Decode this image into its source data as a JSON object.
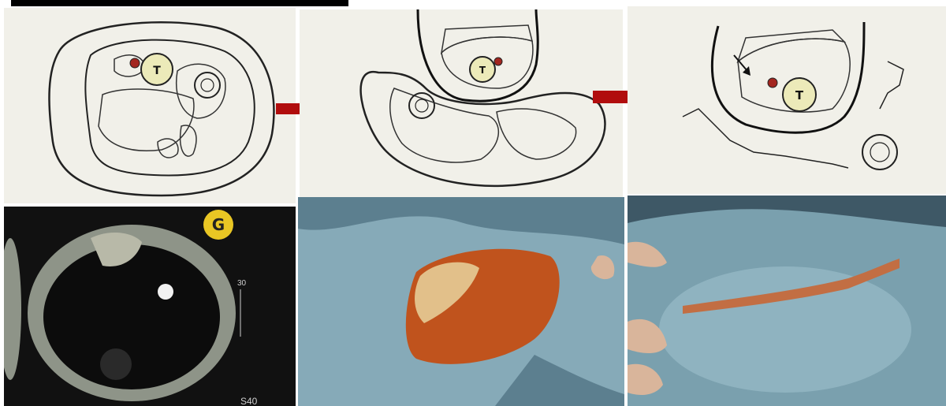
{
  "panels": {
    "sketch_1": {
      "tumor_label": "T"
    },
    "sketch_2": {
      "tumor_label": "T"
    },
    "sketch_3": {
      "tumor_label": "T"
    },
    "mri": {
      "badge_label": "G",
      "scale_label": "30",
      "footer_label": "S40"
    }
  },
  "colors": {
    "paper": "#f1f0e9",
    "arrow": "#b10d0d",
    "tumor_fill": "#eceab9",
    "vessel": "#a3261f",
    "drape": "#7fa4b3",
    "specimen": "#c0531d",
    "mri_bg": "#111111",
    "badge": "#e9c624"
  }
}
